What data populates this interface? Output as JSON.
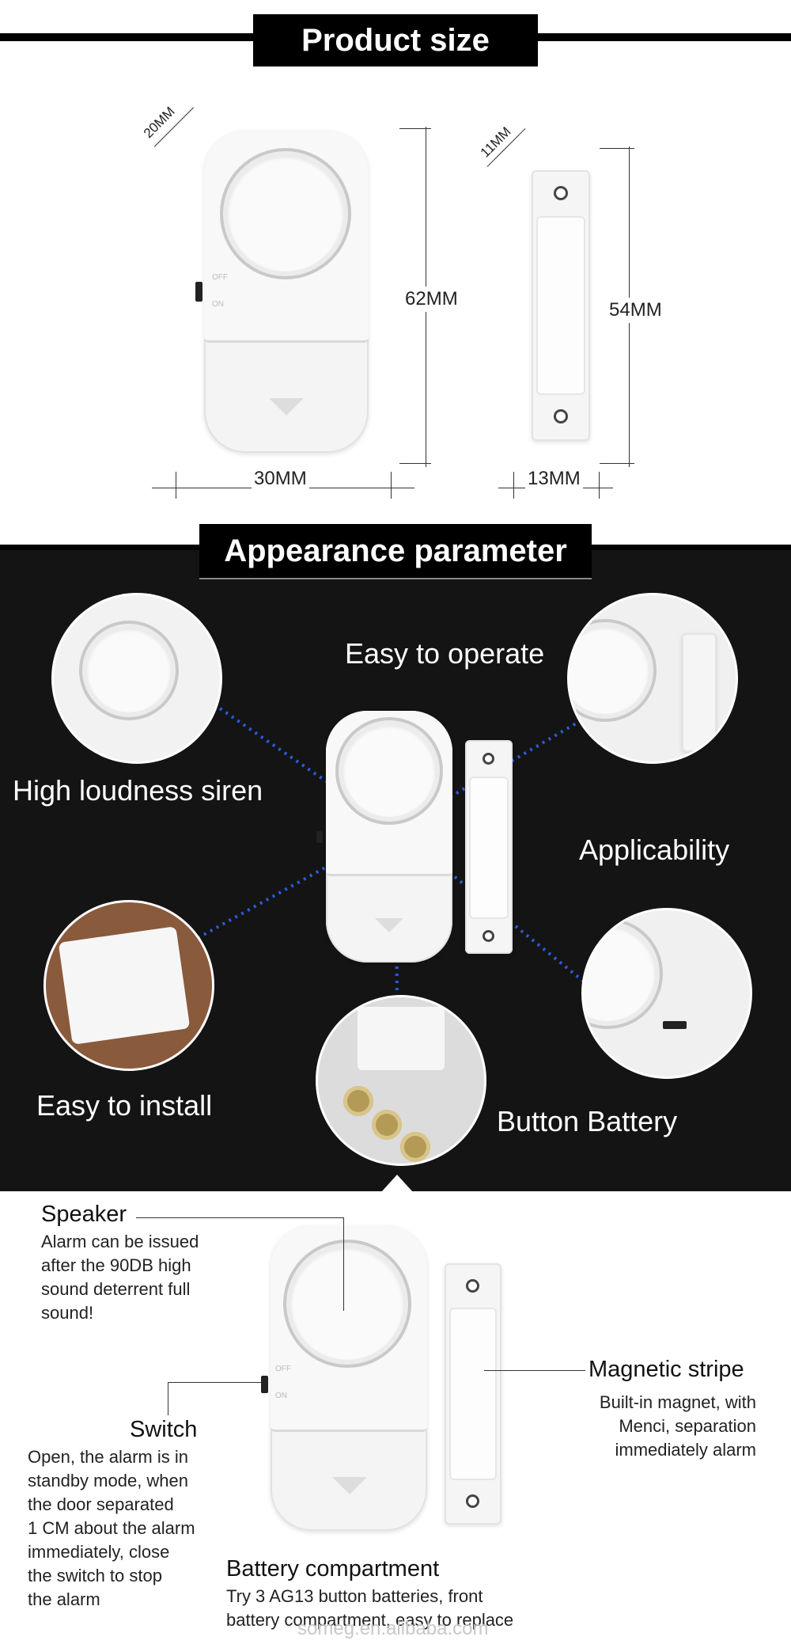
{
  "product_size": {
    "title": "Product size",
    "depth_main": "20MM",
    "depth_magnet": "11MM",
    "height_main": "62MM",
    "height_magnet": "54MM",
    "width_main": "30MM",
    "width_magnet": "13MM",
    "switch_off": "OFF",
    "switch_on": "ON"
  },
  "appearance": {
    "title": "Appearance parameter",
    "features": {
      "siren": "High loudness siren",
      "operate": "Easy to operate",
      "applicability": "Applicability",
      "install": "Easy to install",
      "battery": "Button Battery"
    }
  },
  "parts": {
    "speaker": {
      "title": "Speaker",
      "body": [
        "Alarm can be issued",
        "after the 90DB high",
        "sound deterrent full",
        "sound!"
      ]
    },
    "switch": {
      "title": "Switch",
      "body": [
        "Open, the alarm is in",
        "standby mode, when",
        "the door separated",
        "1 CM about the alarm",
        "immediately, close",
        "the switch to stop",
        "the alarm"
      ]
    },
    "magnet": {
      "title": "Magnetic stripe",
      "body": [
        "Built-in magnet, with",
        "Menci, separation",
        "immediately alarm"
      ]
    },
    "battery": {
      "title": "Battery compartment",
      "body": [
        "Try 3 AG13 button batteries, front",
        "battery compartment, easy to replace"
      ]
    }
  },
  "watermark": "someg.en.alibaba.com"
}
